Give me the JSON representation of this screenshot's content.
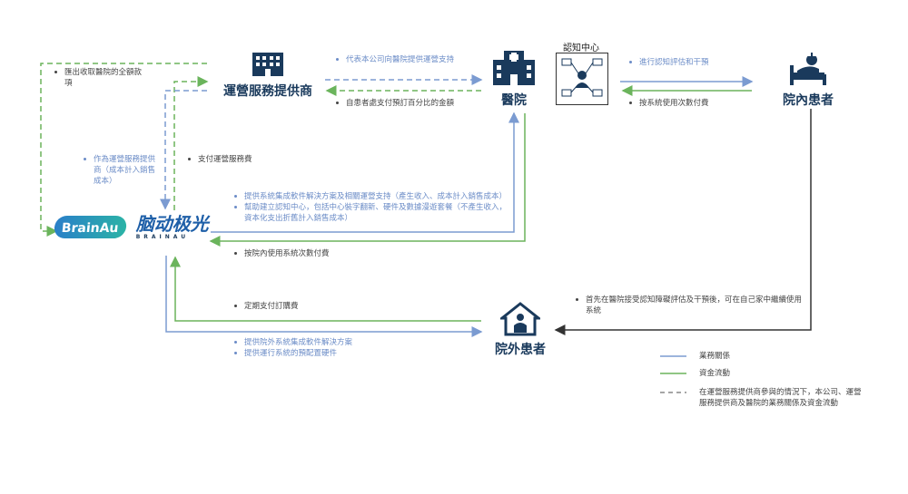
{
  "nodes": {
    "operator": "運營服務提供商",
    "hospital": "醫院",
    "cognitive_center": "認知中心",
    "inpatient": "院內患者",
    "outpatient": "院外患者"
  },
  "brand": {
    "logo_text": "BrainAu",
    "cn_name": "脑动极光",
    "en_name": "BRAINAU"
  },
  "notes": {
    "op_to_hosp": "代表本公司向醫院提供運營支持",
    "hosp_to_op": "自患者處支付預訂百分比的金額",
    "hosp_to_inpatient": "進行認知評估和干預",
    "inpatient_to_hosp": "按系統使用次數付費",
    "remit_1": "匯出收取醫院的全額款",
    "remit_2": "項",
    "as_provider_1": "作為運營服務提供",
    "as_provider_2": "商（成本計入銷售",
    "as_provider_3": "成本）",
    "pay_fee": "支付運營服務費",
    "provide_1": "提供系統集成軟件解決方案及相關運營支持（產生收入、成本計入銷售成本）",
    "provide_2": "幫助建立認知中心，包括中心裝字翻新、硬件及數據漫遊套餐（不產生收入，",
    "provide_3": "資本化支出折舊計入銷售成本）",
    "hosp_pay": "按院內使用系統次數付費",
    "subscription": "定期支付訂購費",
    "out_provide_1": "提供院外系統集成軟件解決方案",
    "out_provide_2": "提供運行系統的預配置硬件",
    "inpatient_note_1": "首先在醫院接受認知障礙評估及干預後，可在自己家中繼續使用",
    "inpatient_note_2": "系統"
  },
  "legend": {
    "business": "業務關係",
    "funds": "資金流動",
    "dashed_1": "在運營服務提供商參與的情況下，本公司、運營",
    "dashed_2": "服務提供商及醫院的業務關係及資金流動"
  },
  "colors": {
    "blue": "#7b9bd1",
    "green": "#6bb45c",
    "navy": "#1a3a5c"
  },
  "icons": [
    "building-icon",
    "hospital-icon",
    "cognitive-center-icon",
    "patient-bed-icon",
    "home-patient-icon",
    "brainau-logo"
  ]
}
